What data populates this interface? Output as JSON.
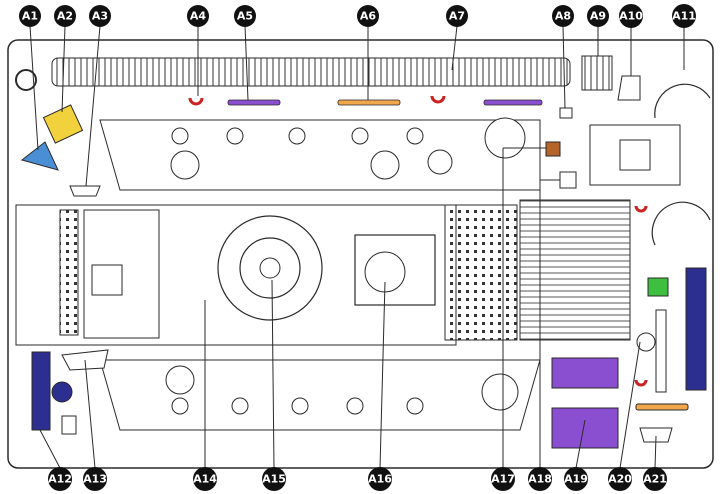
{
  "diagram": {
    "colors": {
      "line": "#2a2a2a",
      "badge": "#111111",
      "badge_text": "#ffffff",
      "blue": "#4a8fd6",
      "yellow": "#f2d23c",
      "orange": "#f0a64a",
      "purple": "#8a4fd0",
      "red": "#cc2222",
      "green": "#3fbf3f",
      "brown": "#b5642a",
      "navy": "#2c2f8f",
      "gray": "#9a9a9a"
    },
    "top_labels": [
      "A1",
      "A2",
      "A3",
      "A4",
      "A5",
      "A6",
      "A7",
      "A8",
      "A9",
      "A10",
      "A11"
    ],
    "bottom_labels": [
      "A12",
      "A13",
      "A14",
      "A15",
      "A16",
      "A17",
      "A18",
      "A19",
      "A20",
      "A21"
    ]
  }
}
